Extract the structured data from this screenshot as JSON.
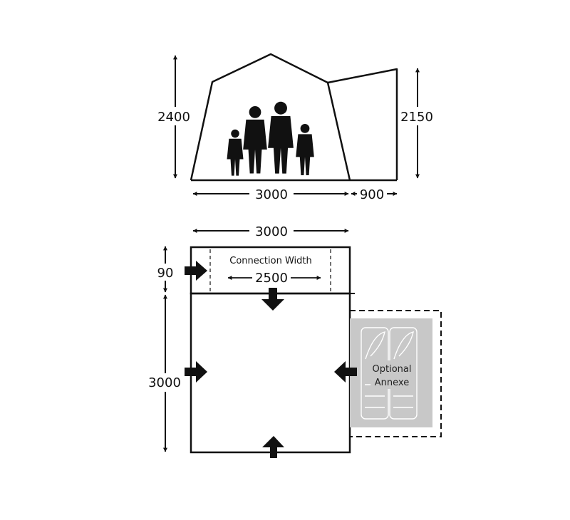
{
  "elevation": {
    "height_main": "2400",
    "height_annexe": "2150",
    "width_main": "3000",
    "width_annexe": "900"
  },
  "plan": {
    "width_top": "3000",
    "porch_depth": "90",
    "depth": "3000",
    "connection_label": "Connection Width",
    "connection_width": "2500",
    "annexe_label_line1": "Optional",
    "annexe_label_line2": "Annexe"
  },
  "colors": {
    "line": "#111111",
    "annexe_fill": "#c8c8c8",
    "background": "#ffffff"
  }
}
